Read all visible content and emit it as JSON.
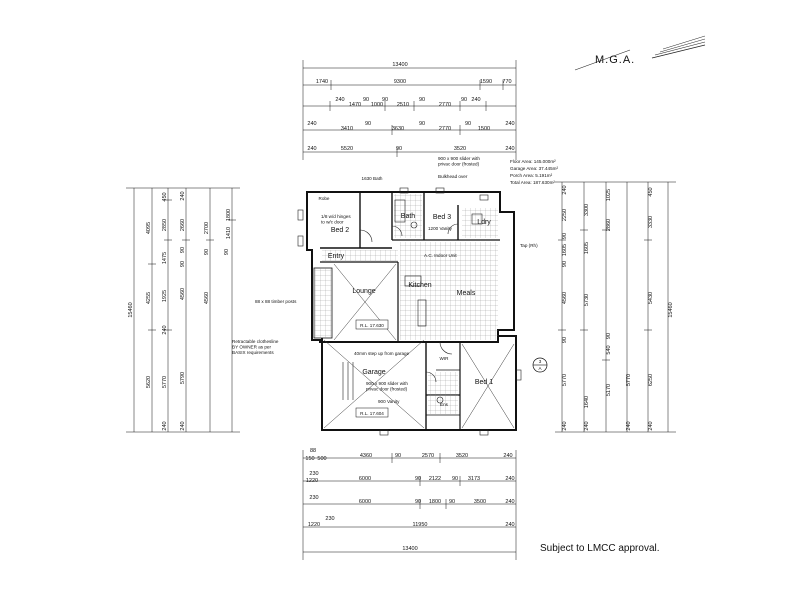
{
  "north_label": "M.G.A.",
  "approval_note": "Subject to LMCC approval.",
  "areas": {
    "floor": "Floor Area: 145.000m²",
    "garage": "Garage Area: 37.445m²",
    "porch": "Porch Area: 5.191m²",
    "total": "Total Area: 187.630m²"
  },
  "rooms": {
    "bed2": "Bed 2",
    "bed3": "Bed 3",
    "bath": "Bath",
    "ldry": "Ldry",
    "entry": "Entry",
    "lounge": "Lounge",
    "kitchen": "Kitchen",
    "meals": "Meals",
    "garage": "Garage",
    "bed1": "Bed 1",
    "ens": "Ens",
    "wir": "WIR",
    "robe": "Robe"
  },
  "notes": {
    "bath_1630": "1630 Bath",
    "sliding_door": "900 x 900 slider with\nprivac door (frosted)",
    "shower_over": "Bulkhead over",
    "vanity_1200": "1200 Vanity",
    "hinges": "1/8 w/d hinges\nto w/c door",
    "timber_posts": "88 x 88 timber posts",
    "clothesline": "Retractable clothesline\nBY OWNER as per\nBASIX requirements",
    "step_down": "40mm step up from garage",
    "garage_slider": "900 x 900 slider with\nprivac door (frosted)",
    "vanity_900": "900 Vanity",
    "rl_lounge": "R.L. 17.630",
    "rl_garage": "R.L. 17.604",
    "ac_unit": "A.C. Indoor Unit",
    "tap": "Tap (Rh)",
    "section": "A",
    "section_num": "3"
  },
  "top_dims": {
    "overall": "13400",
    "row1": [
      "1740",
      "9300",
      "1590",
      "770"
    ],
    "row2": [
      "240",
      "1470",
      "90",
      "1000",
      "90",
      "2510",
      "90",
      "2770",
      "90",
      "240"
    ],
    "row3": [
      "240",
      "3410",
      "90",
      "3630",
      "90",
      "2770",
      "90",
      "1500",
      "240"
    ],
    "row4": [
      "240",
      "5520",
      "90",
      "3520",
      "240"
    ]
  },
  "bottom_dims": {
    "row1": [
      "88",
      "150",
      "500",
      "4360",
      "90",
      "2570",
      "3520",
      "240"
    ],
    "row2": [
      "230",
      "1220",
      "6000",
      "90",
      "2122",
      "90",
      "3173",
      "240"
    ],
    "row3": [
      "230",
      "6000",
      "90",
      "1800",
      "90",
      "3500",
      "240"
    ],
    "row4": [
      "1220",
      "230",
      "11950",
      "240"
    ],
    "overall": "13400"
  },
  "left_dims": {
    "overall": "15460",
    "col1": [
      "4095",
      "4255",
      "5620"
    ],
    "col2": [
      "450",
      "2850",
      "1475",
      "1925",
      "240",
      "5770",
      "240"
    ],
    "col3": [
      "240",
      "2660",
      "90",
      "90",
      "4560",
      "5790",
      "240"
    ],
    "col4": [
      "1800",
      "1410",
      "2700",
      "90",
      "90",
      "4560"
    ]
  },
  "right_dims": {
    "overall": "15460",
    "col1": [
      "240",
      "2250",
      "90",
      "1605",
      "90",
      "4560",
      "90",
      "5770",
      "240"
    ],
    "col2": [
      "3300",
      "1605",
      "5730",
      "1640",
      "240"
    ],
    "col3": [
      "1025",
      "2860",
      "90",
      "540",
      "5170",
      "5770",
      "240"
    ],
    "col4": [
      "450",
      "3330",
      "5430",
      "6250",
      "240"
    ]
  }
}
